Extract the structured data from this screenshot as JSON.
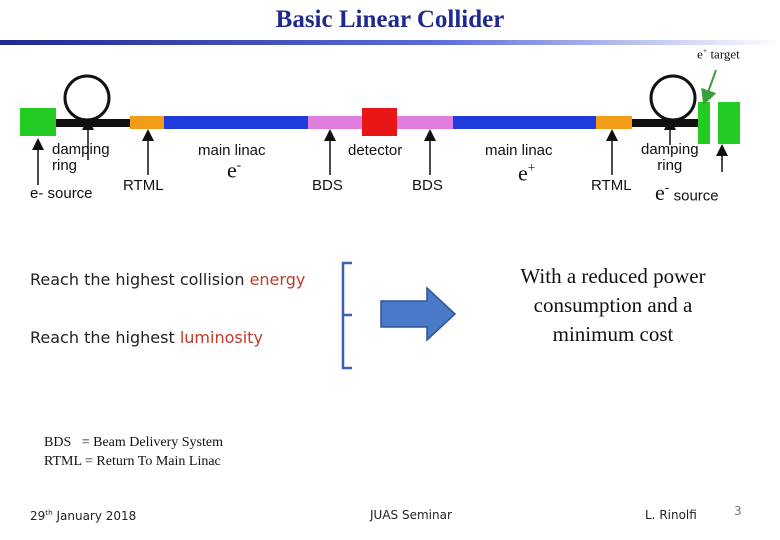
{
  "title": "Basic Linear Collider",
  "diagram": {
    "target_label": "target",
    "labels": {
      "damping_ring_left": "damping\nring",
      "source_left": "e- source",
      "rtml_left": "RTML",
      "main_linac_left": "main linac",
      "bds_left": "BDS",
      "detector": "detector",
      "bds_right": "BDS",
      "main_linac_right": "main linac",
      "rtml_right": "RTML",
      "damping_ring_right": "damping\nring",
      "source_right": "source"
    },
    "particles": {
      "electron": "e",
      "electron_sign": "-",
      "positron": "e",
      "positron_sign": "+"
    },
    "colors": {
      "source": "#22cc22",
      "rtml": "#f39c1a",
      "linac": "#1f3bdb",
      "bds": "#e07ee0",
      "detector": "#e81616",
      "arrow": "#4a79c7"
    }
  },
  "goals": {
    "energy_prefix": "Reach the highest collision ",
    "energy_word": "energy",
    "luminosity_prefix": "Reach the highest ",
    "luminosity_word": "luminosity",
    "result_line1": "With a reduced power",
    "result_line2": "consumption and a",
    "result_line3": "minimum cost"
  },
  "definitions": {
    "bds": "BDS   = Beam Delivery System",
    "rtml": "RTML = Return To Main Linac"
  },
  "footer": {
    "date_day": "29",
    "date_suffix": "th",
    "date_rest": " January 2018",
    "event": "JUAS Seminar",
    "author": "L. Rinolfi",
    "page": "3"
  }
}
